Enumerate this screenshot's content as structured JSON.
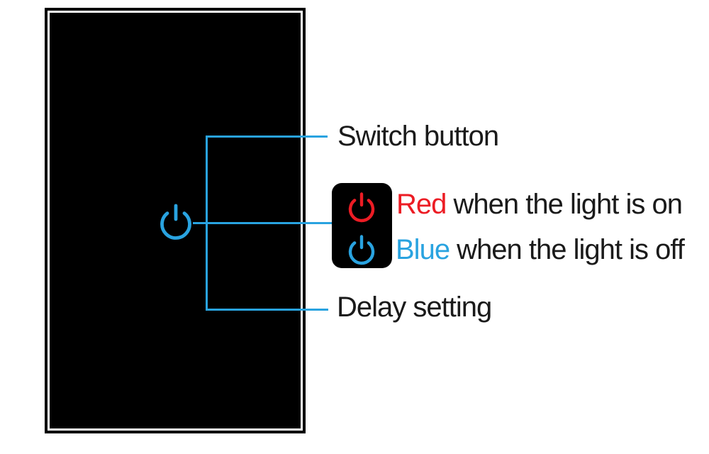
{
  "colors": {
    "accent_blue": "#29A3E0",
    "accent_red": "#EC1C24",
    "panel_black": "#000000",
    "text_dark": "#1A1A1A",
    "page_bg": "#FFFFFF"
  },
  "panel": {
    "icon": "power-icon"
  },
  "callouts": {
    "switch_button": "Switch button",
    "delay_setting": "Delay setting"
  },
  "legend": {
    "on_color_word": "Red",
    "on_text": " when the light is on",
    "off_color_word": "Blue",
    "off_text": " when the light is off",
    "icons": [
      "power-icon-red",
      "power-icon-blue"
    ]
  }
}
